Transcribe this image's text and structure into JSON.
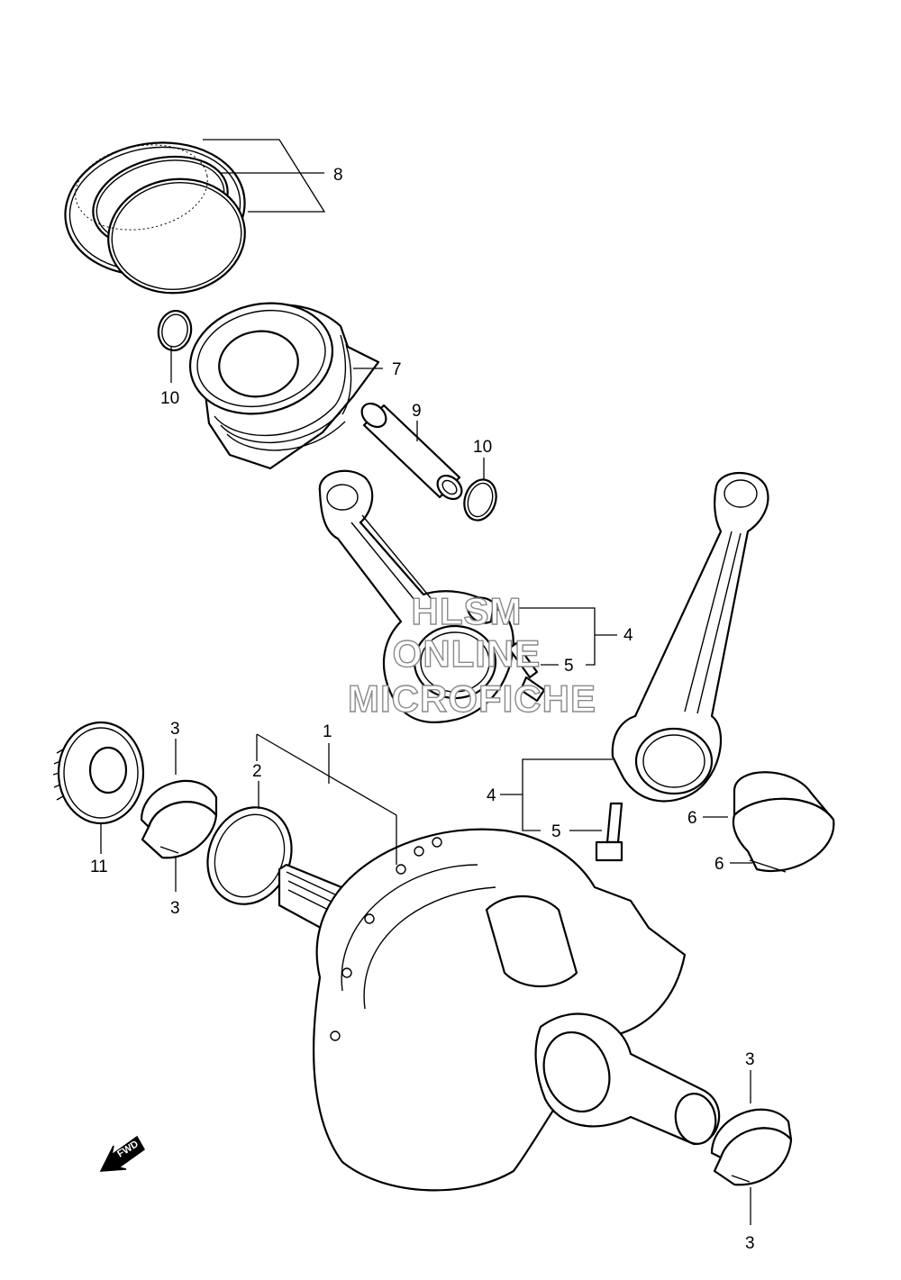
{
  "callouts": {
    "c1": "1",
    "c2": "2",
    "c3a": "3",
    "c3b": "3",
    "c3c": "3",
    "c3d": "3",
    "c4a": "4",
    "c4b": "4",
    "c5a": "5",
    "c5b": "5",
    "c6a": "6",
    "c6b": "6",
    "c7": "7",
    "c8": "8",
    "c9": "9",
    "c10a": "10",
    "c10b": "10",
    "c11": "11"
  },
  "watermark": {
    "line1": "HLSM",
    "line2": "ONLINE",
    "line3": "MICROFICHE"
  },
  "direction_arrow": {
    "label": "FWD",
    "icon": "forward-arrow-icon"
  }
}
